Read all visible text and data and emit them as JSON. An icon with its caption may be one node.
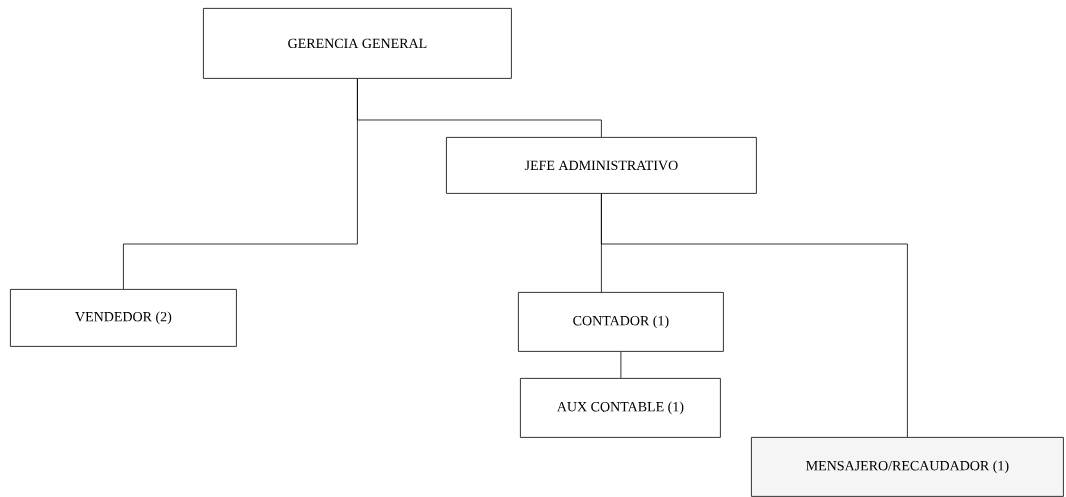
{
  "diagram": {
    "nodes": [
      {
        "text": [
          "GERENCIA GENERAL"
        ]
      },
      {
        "text": [
          "JEFE ADMINISTRATIVO"
        ]
      },
      {
        "text": [
          "VENDEDOR (2)"
        ]
      },
      {
        "text": [
          "CONTADOR (1)"
        ]
      },
      {
        "text": [
          "AUX CONTABLE (1)"
        ]
      },
      {
        "text": [
          "MENSAJERO/RECAUDADOR (1)"
        ]
      }
    ],
    "edges": [
      {
        "from": 0,
        "to": 1,
        "arrow": "none"
      },
      {
        "from": 0,
        "to": 2,
        "arrow": "none"
      },
      {
        "from": 1,
        "to": 3,
        "arrow": "none"
      },
      {
        "from": 1,
        "to": 5,
        "arrow": "none"
      },
      {
        "from": 3,
        "to": 4,
        "arrow": "none"
      }
    ]
  }
}
